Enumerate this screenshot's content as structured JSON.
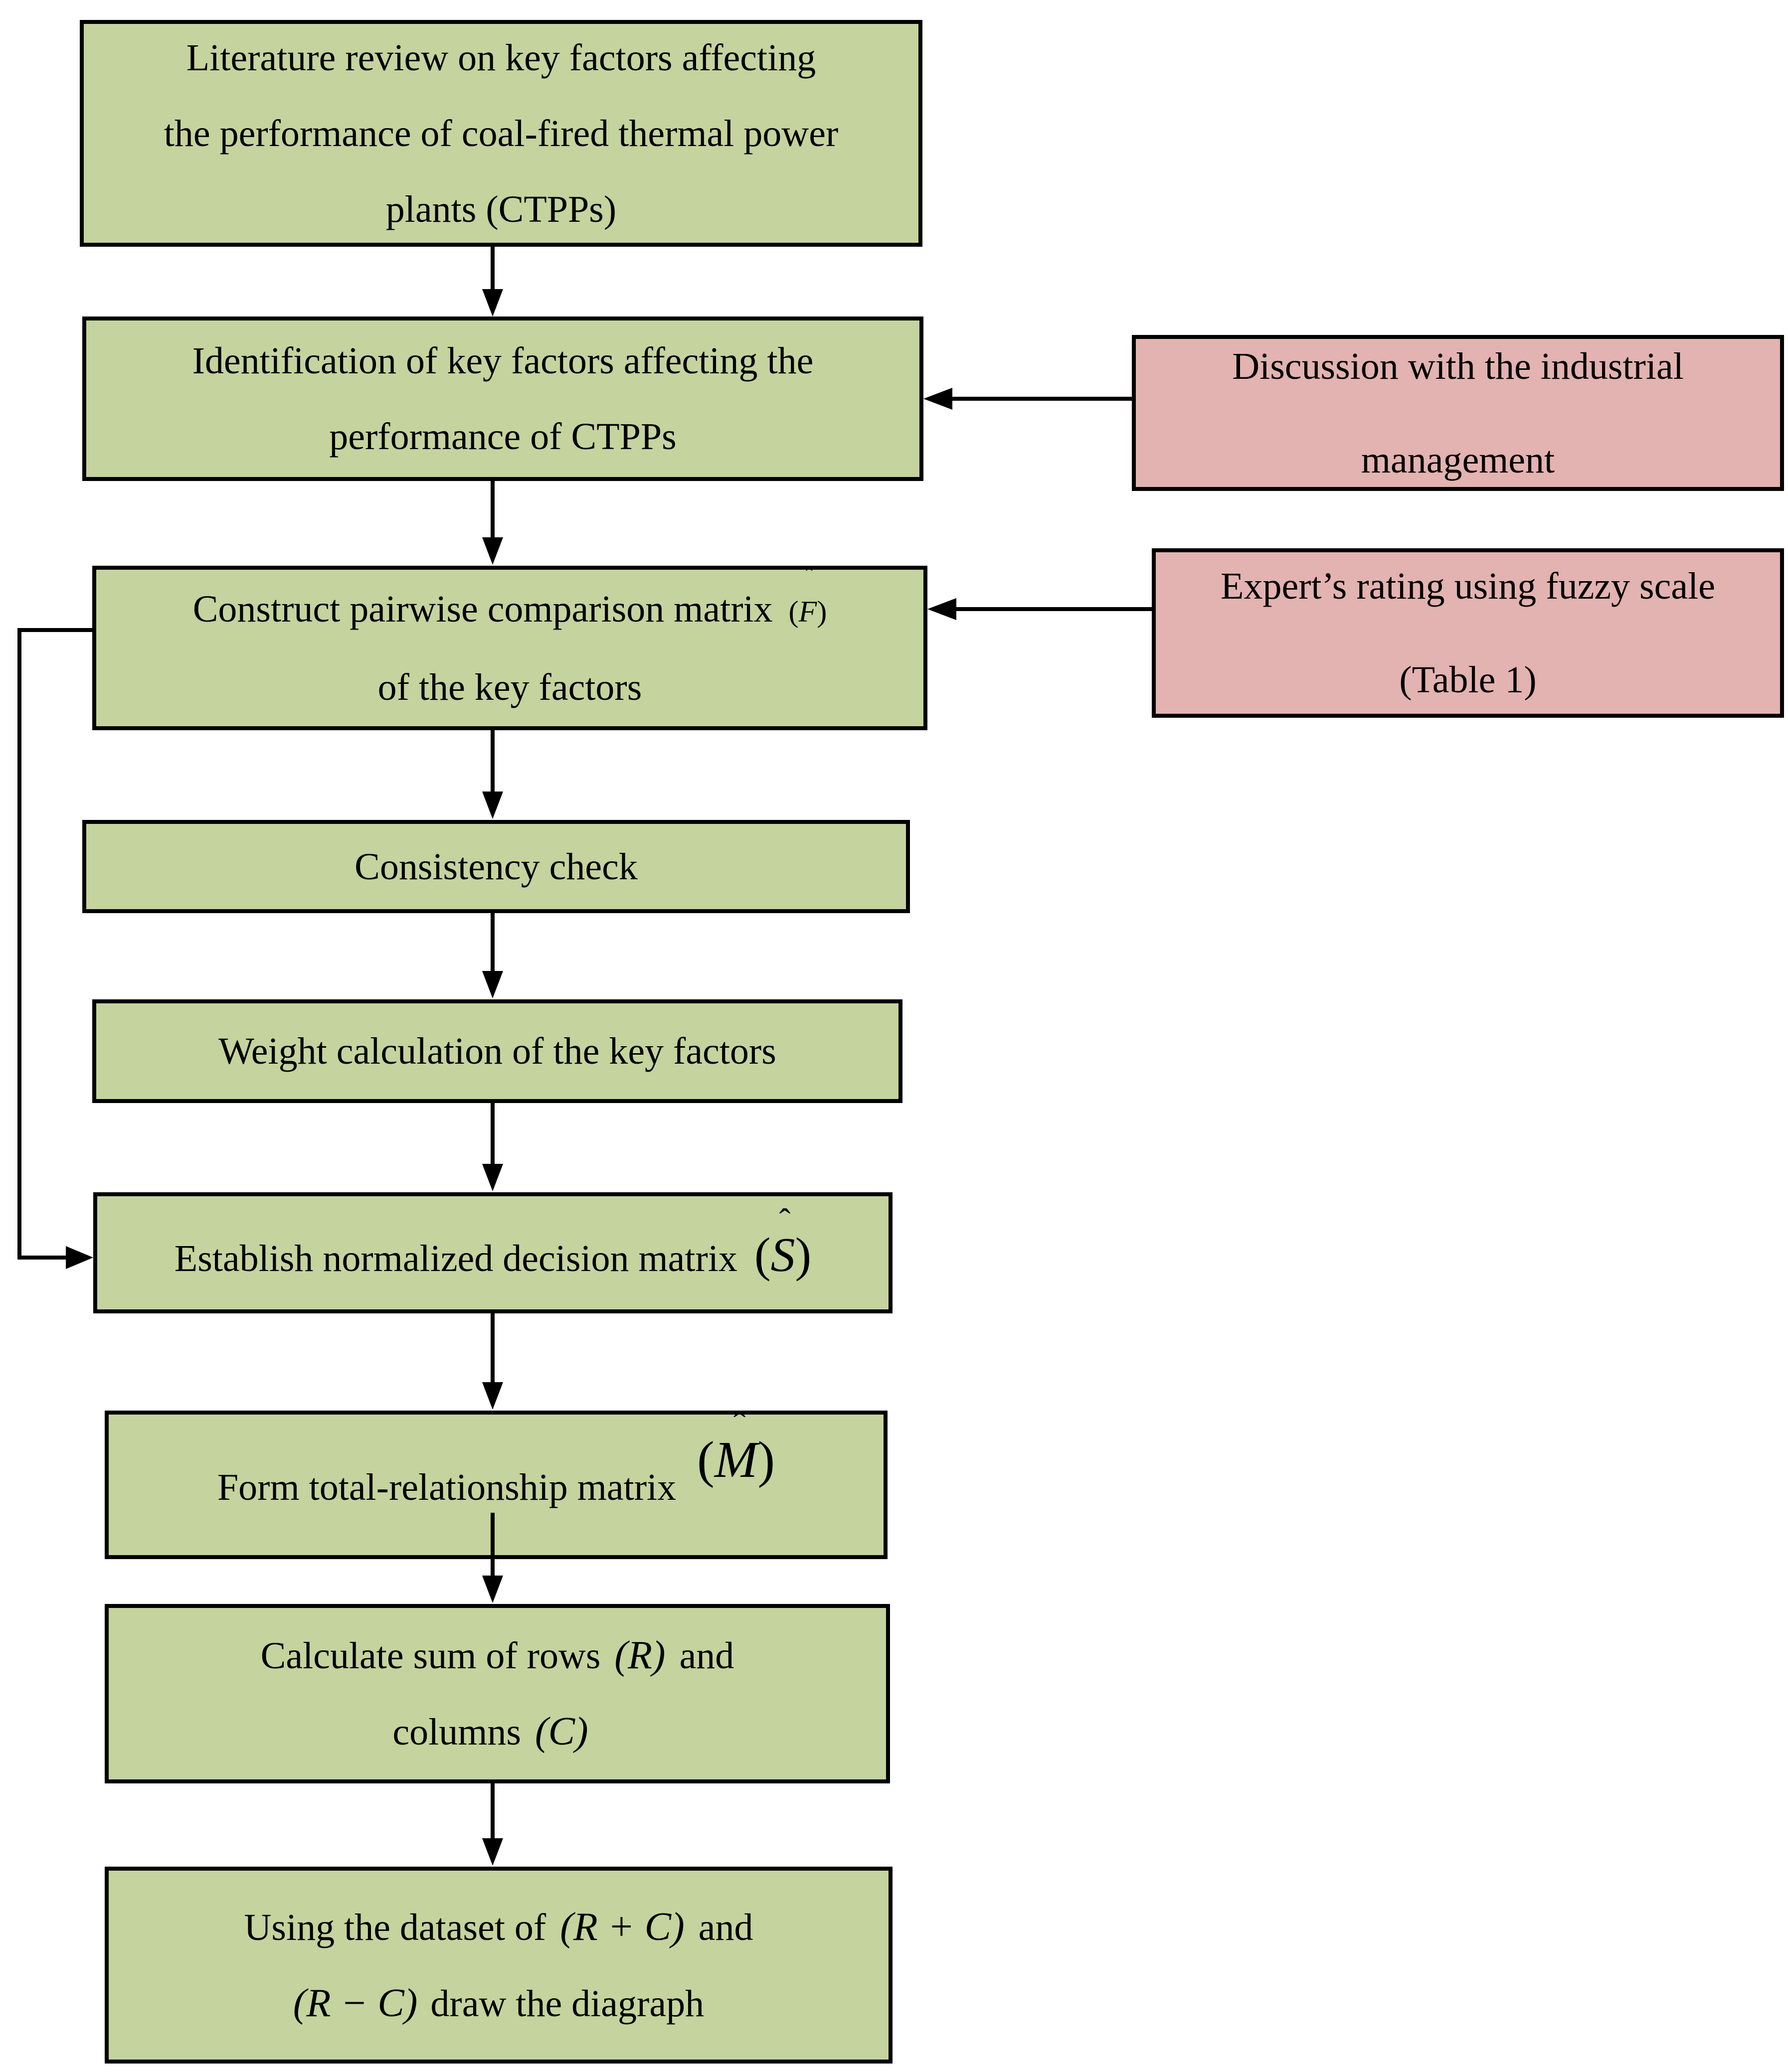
{
  "diagram": {
    "colors": {
      "process_fill": "#c5d39e",
      "input_fill": "#e2b3b0",
      "border": "#000000",
      "arrow": "#000000",
      "background": "#ffffff"
    },
    "process_boxes": {
      "literature": {
        "lines": [
          "Literature review on key factors affecting",
          "the performance of coal-fired thermal power",
          "plants (CTPPs)"
        ]
      },
      "identification": {
        "lines": [
          "Identification of key factors affecting the",
          "performance of CTPPs"
        ]
      },
      "construct": {
        "text": "Construct pairwise comparison matrix",
        "math": {
          "open": "(",
          "letter": "F",
          "hat": "ˆ",
          "close": ")"
        },
        "text2": "of the key factors"
      },
      "consistency": {
        "text": "Consistency check"
      },
      "weight": {
        "text": "Weight calculation of the key factors"
      },
      "normalized": {
        "text": "Establish normalized decision matrix",
        "math": {
          "open": "(",
          "letter": "S",
          "hat": "ˆ",
          "close": ")"
        }
      },
      "total_relationship": {
        "text": "Form total-relationship matrix",
        "math": {
          "open": "(",
          "letter": "M",
          "hat": "ˆ",
          "close": ")"
        }
      },
      "sum_rows_columns": {
        "text1": "Calculate sum of rows",
        "r": "(R)",
        "and1": "and",
        "text2": "columns",
        "c": "(C)"
      },
      "diagraph": {
        "text1": "Using the dataset of",
        "r_plus_c": "(R + C)",
        "and1": "and",
        "r_minus_c": "(R − C)",
        "text2": "draw the diagraph"
      }
    },
    "input_boxes": {
      "discussion": {
        "lines": [
          "Discussion with the industrial",
          "management"
        ]
      },
      "experts_rating": {
        "lines": [
          "Expert’s rating using fuzzy scale",
          "(Table 1)"
        ]
      }
    }
  }
}
